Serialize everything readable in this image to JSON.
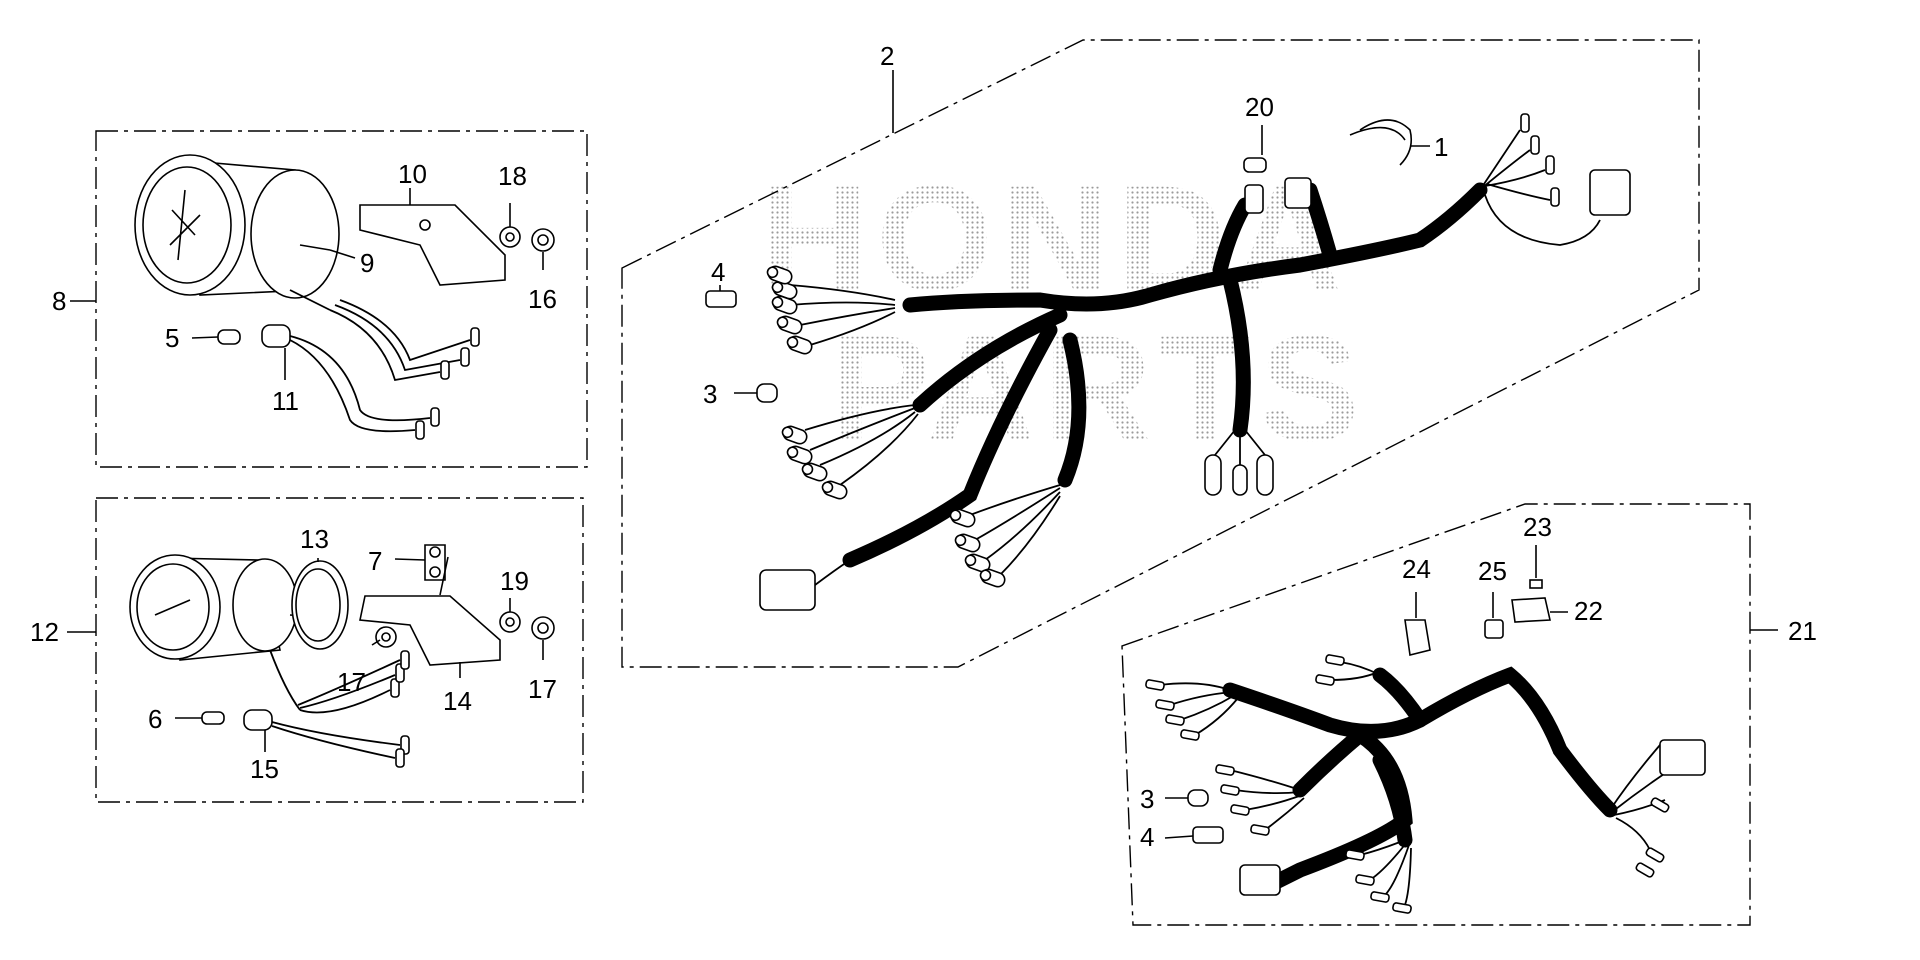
{
  "watermark": {
    "line1": "HONDA",
    "line2": "PARTS"
  },
  "callouts": {
    "c1": "1",
    "c2": "2",
    "c3a": "3",
    "c3b": "3",
    "c4a": "4",
    "c4b": "4",
    "c5": "5",
    "c6": "6",
    "c7": "7",
    "c8": "8",
    "c9": "9",
    "c10": "10",
    "c11": "11",
    "c12": "12",
    "c13": "13",
    "c14": "14",
    "c15": "15",
    "c16": "16",
    "c17a": "17",
    "c17b": "17",
    "c18": "18",
    "c19": "19",
    "c20": "20",
    "c21": "21",
    "c22": "22",
    "c23": "23",
    "c24": "24",
    "c25": "25"
  },
  "colors": {
    "line": "#000000",
    "background": "#ffffff",
    "watermark": "#9a9a9a"
  }
}
